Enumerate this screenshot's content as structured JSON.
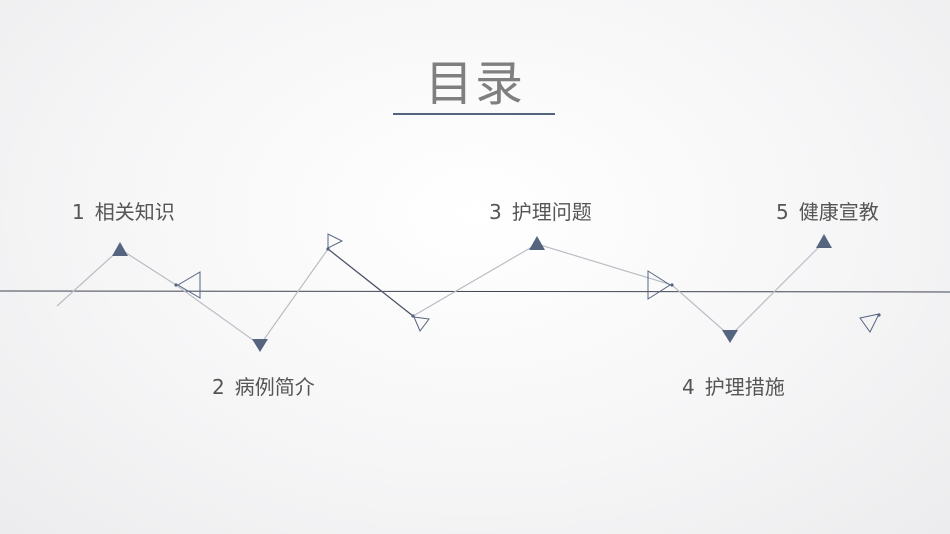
{
  "title": "目录",
  "items": [
    {
      "number": "1",
      "label": "相关知识"
    },
    {
      "number": "2",
      "label": "病例简介"
    },
    {
      "number": "3",
      "label": "护理问题"
    },
    {
      "number": "4",
      "label": "护理措施"
    },
    {
      "number": "5",
      "label": "健康宣教"
    }
  ],
  "colors": {
    "accent": "#55657f",
    "line": "#b9bdc4",
    "text": "#555555",
    "title": "#7f7f7f"
  }
}
